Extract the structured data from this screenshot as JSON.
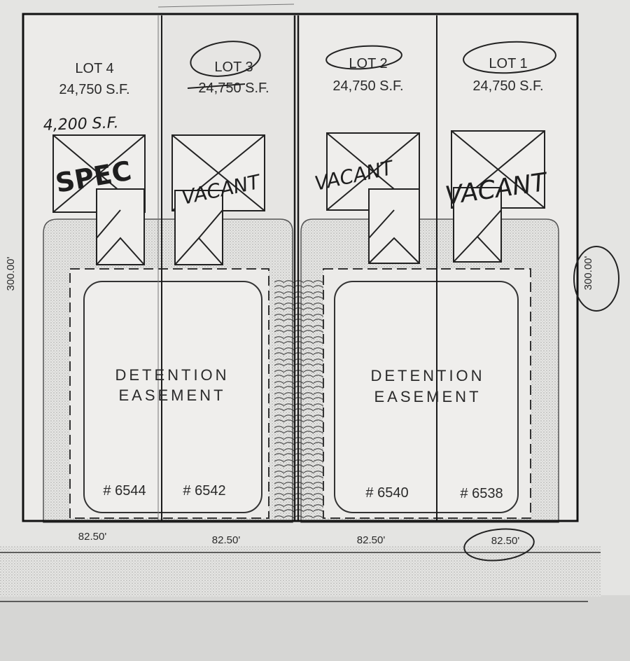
{
  "plat": {
    "lots": [
      {
        "name": "LOT 4",
        "area": "24,750 S.F.",
        "address": "# 6544",
        "frontage": "82.50'",
        "status": "SPEC",
        "note": "4,200 S.F."
      },
      {
        "name": "LOT 3",
        "area": "24,750 S.F.",
        "address": "# 6542",
        "frontage": "82.50'",
        "status": "VACANT"
      },
      {
        "name": "LOT 2",
        "area": "24,750 S.F.",
        "address": "# 6540",
        "frontage": "82.50'",
        "status": "VACANT"
      },
      {
        "name": "LOT 1",
        "area": "24,750 S.F.",
        "address": "# 6538",
        "frontage": "82.50'",
        "status": "VACANT"
      }
    ],
    "easements": [
      {
        "line1": "DETENTION",
        "line2": "EASEMENT"
      },
      {
        "line1": "DETENTION",
        "line2": "EASEMENT"
      }
    ],
    "depth_left": "300.00'",
    "depth_right": "300.00'"
  }
}
